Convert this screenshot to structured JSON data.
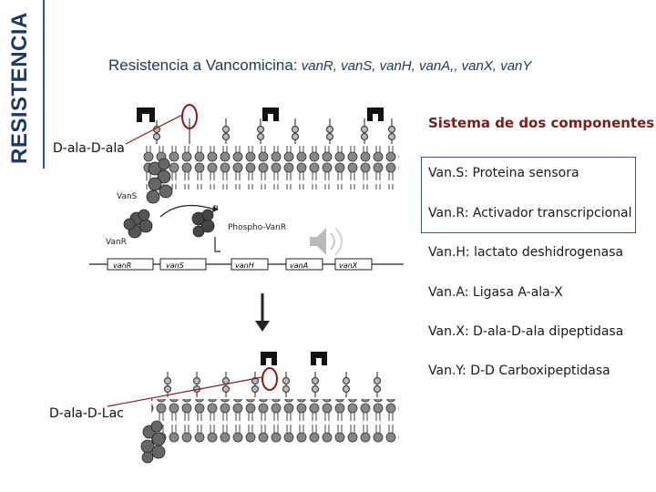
{
  "side_title": "RESISTENCIA",
  "title": {
    "lead": "Resistencia a Vancomicina",
    "sep": ":",
    "genes": " vanR, vanS, vanH, vanA,, vanX, vanY"
  },
  "labels": {
    "top_precursor": "D-ala-D-ala",
    "bottom_precursor": "D-ala-D-Lac",
    "vanS": "VanS",
    "vanR": "VanR",
    "phospho": "Phospho-VanR",
    "p": "P",
    "genes": [
      "vanR",
      "vanS",
      "vanH",
      "vanA",
      "vanX"
    ]
  },
  "components": {
    "heading": "Sistema de dos componentes",
    "items": [
      "Van.S: Proteina sensora",
      "Van.R: Activador transcripcional",
      "Van.H: lactato deshidrogenasa",
      "Van.A: Ligasa A-ala-X",
      "Van.X: D-ala-D-ala dipeptidasa",
      "Van.Y: D-D Carboxipeptidasa"
    ]
  },
  "colors": {
    "accent": "#2f5597",
    "title": "#1f3864",
    "highlight": "#8b1a1a"
  }
}
